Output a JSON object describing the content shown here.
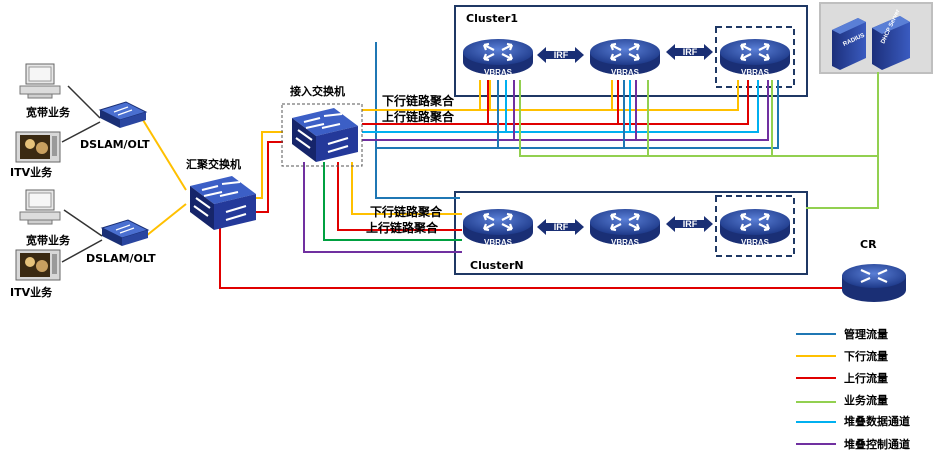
{
  "diagram": {
    "clusters": [
      {
        "id": "cluster1",
        "label": "Cluster1"
      },
      {
        "id": "clusterN",
        "label": "ClusterN"
      }
    ],
    "devices": {
      "vbras_label": "VBRAS",
      "irf_label": "IRF",
      "access_switch": "接入交换机",
      "aggregation_switch": "汇聚交换机",
      "dslam_olt": "DSLAM/OLT",
      "cr": "CR",
      "radius": "RADIUS",
      "dhcp_server": "DHCP Server",
      "broadband_service": "宽带业务",
      "itv_service": "ITV业务"
    },
    "link_labels": {
      "downlink_agg": "下行链路聚合",
      "uplink_agg": "上行链路聚合"
    },
    "legend": [
      {
        "label": "管理流量",
        "color": "#1f77b4"
      },
      {
        "label": "下行流量",
        "color": "#ffc000"
      },
      {
        "label": "上行流量",
        "color": "#e00000"
      },
      {
        "label": "业务流量",
        "color": "#92d050"
      },
      {
        "label": "堆叠数据通道",
        "color": "#00b0f0"
      },
      {
        "label": "堆叠控制通道",
        "color": "#7030a0"
      }
    ]
  }
}
